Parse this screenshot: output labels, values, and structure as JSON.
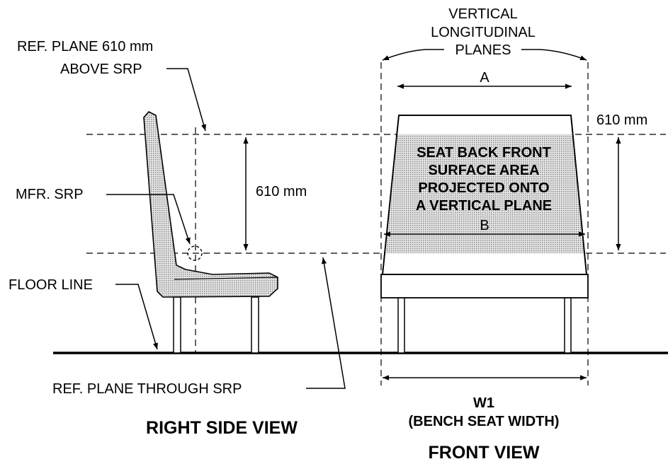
{
  "labels": {
    "ref_plane_610_line1": "REF. PLANE 610 mm",
    "ref_plane_610_line2": "ABOVE SRP",
    "mfr_srp": "MFR. SRP",
    "floor_line": "FLOOR LINE",
    "ref_plane_through_srp": "REF. PLANE THROUGH SRP",
    "dim_610_side": "610 mm",
    "dim_610_front": "610 mm",
    "vertical_line1": "VERTICAL",
    "vertical_line2": "LONGITUDINAL",
    "vertical_line3": "PLANES",
    "dim_a": "A",
    "dim_b": "B",
    "area_line1": "SEAT BACK FRONT",
    "area_line2": "SURFACE AREA",
    "area_line3": "PROJECTED ONTO",
    "area_line4": "A VERTICAL PLANE",
    "w1": "W1",
    "w1_desc": "(BENCH SEAT WIDTH)",
    "right_side_view": "RIGHT SIDE VIEW",
    "front_view": "FRONT VIEW"
  },
  "colors": {
    "ink": "#000000",
    "hatch": "#c8c8c8"
  }
}
